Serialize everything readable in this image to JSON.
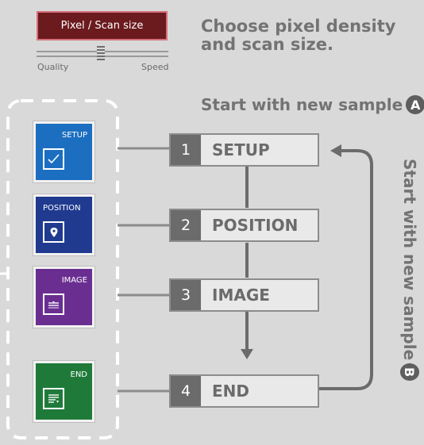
{
  "controls": {
    "pixel_button_label": "Pixel / Scan size",
    "slider_left_label": "Quality",
    "slider_right_label": "Speed"
  },
  "heading": {
    "line1": "Choose pixel density",
    "line2": "and scan size."
  },
  "start_a": {
    "label": "Start with new sample",
    "badge": "A"
  },
  "start_b": {
    "label": "Start with new sample",
    "badge": "B"
  },
  "tiles": [
    {
      "label": "SETUP",
      "color": "#1c6fc0",
      "icon": "check-icon"
    },
    {
      "label": "POSITION",
      "color": "#1f3a8f",
      "icon": "location-pin-icon"
    },
    {
      "label": "IMAGE",
      "color": "#6a2e91",
      "icon": "image-scan-icon"
    },
    {
      "label": "END",
      "color": "#1f7a3a",
      "icon": "document-list-icon"
    }
  ],
  "steps": [
    {
      "number": "1",
      "label": "SETUP"
    },
    {
      "number": "2",
      "label": "POSITION"
    },
    {
      "number": "3",
      "label": "IMAGE"
    },
    {
      "number": "4",
      "label": "END"
    }
  ]
}
